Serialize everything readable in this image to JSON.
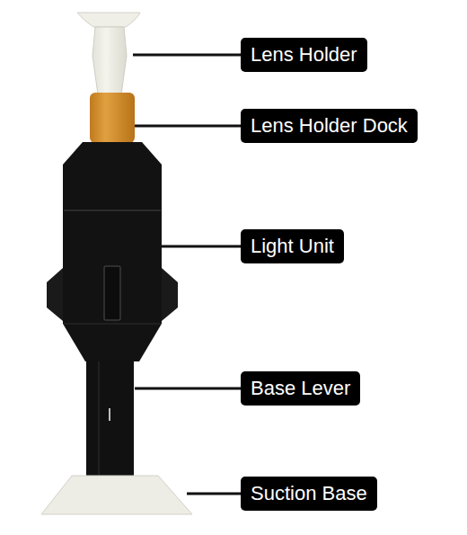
{
  "diagram": {
    "nodes": [
      {
        "text": [
          "Lens Holder"
        ]
      },
      {
        "text": [
          "Lens Holder Dock"
        ]
      },
      {
        "text": [
          "Light Unit"
        ]
      },
      {
        "text": [
          "Base Lever"
        ]
      },
      {
        "text": [
          "Suction Base"
        ]
      }
    ]
  }
}
